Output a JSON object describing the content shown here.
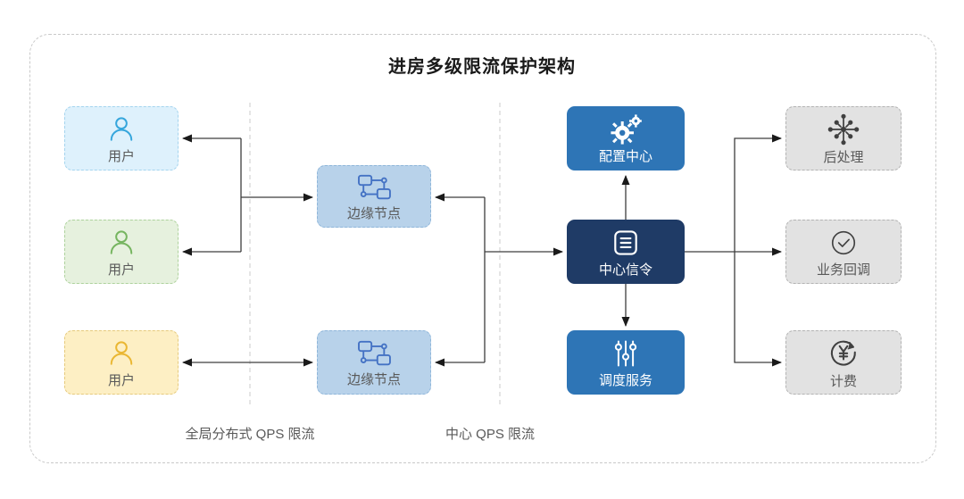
{
  "title": "进房多级限流保护架构",
  "nodes": {
    "user1": {
      "label": "用户",
      "icon": "user-icon"
    },
    "user2": {
      "label": "用户",
      "icon": "user-icon"
    },
    "user3": {
      "label": "用户",
      "icon": "user-icon"
    },
    "edge1": {
      "label": "边缘节点",
      "icon": "topology-icon"
    },
    "edge2": {
      "label": "边缘节点",
      "icon": "topology-icon"
    },
    "config": {
      "label": "配置中心",
      "icon": "gears-icon"
    },
    "signal": {
      "label": "中心信令",
      "icon": "document-list-icon"
    },
    "sched": {
      "label": "调度服务",
      "icon": "sliders-icon"
    },
    "post": {
      "label": "后处理",
      "icon": "hub-icon"
    },
    "callback": {
      "label": "业务回调",
      "icon": "check-circle-icon"
    },
    "billing": {
      "label": "计费",
      "icon": "billing-cycle-icon"
    }
  },
  "annotations": {
    "global_qps": "全局分布式 QPS 限流",
    "central_qps": "中心 QPS 限流"
  },
  "colors": {
    "accent_blue": "#2e75b6",
    "accent_navy": "#1f3b66",
    "edge_fill": "#b8d2ea",
    "user_blue": "#def1fc",
    "user_green": "#e6f1de",
    "user_yellow": "#fdefc4",
    "gray_fill": "#e2e2e2",
    "line": "#3d3d3d"
  }
}
